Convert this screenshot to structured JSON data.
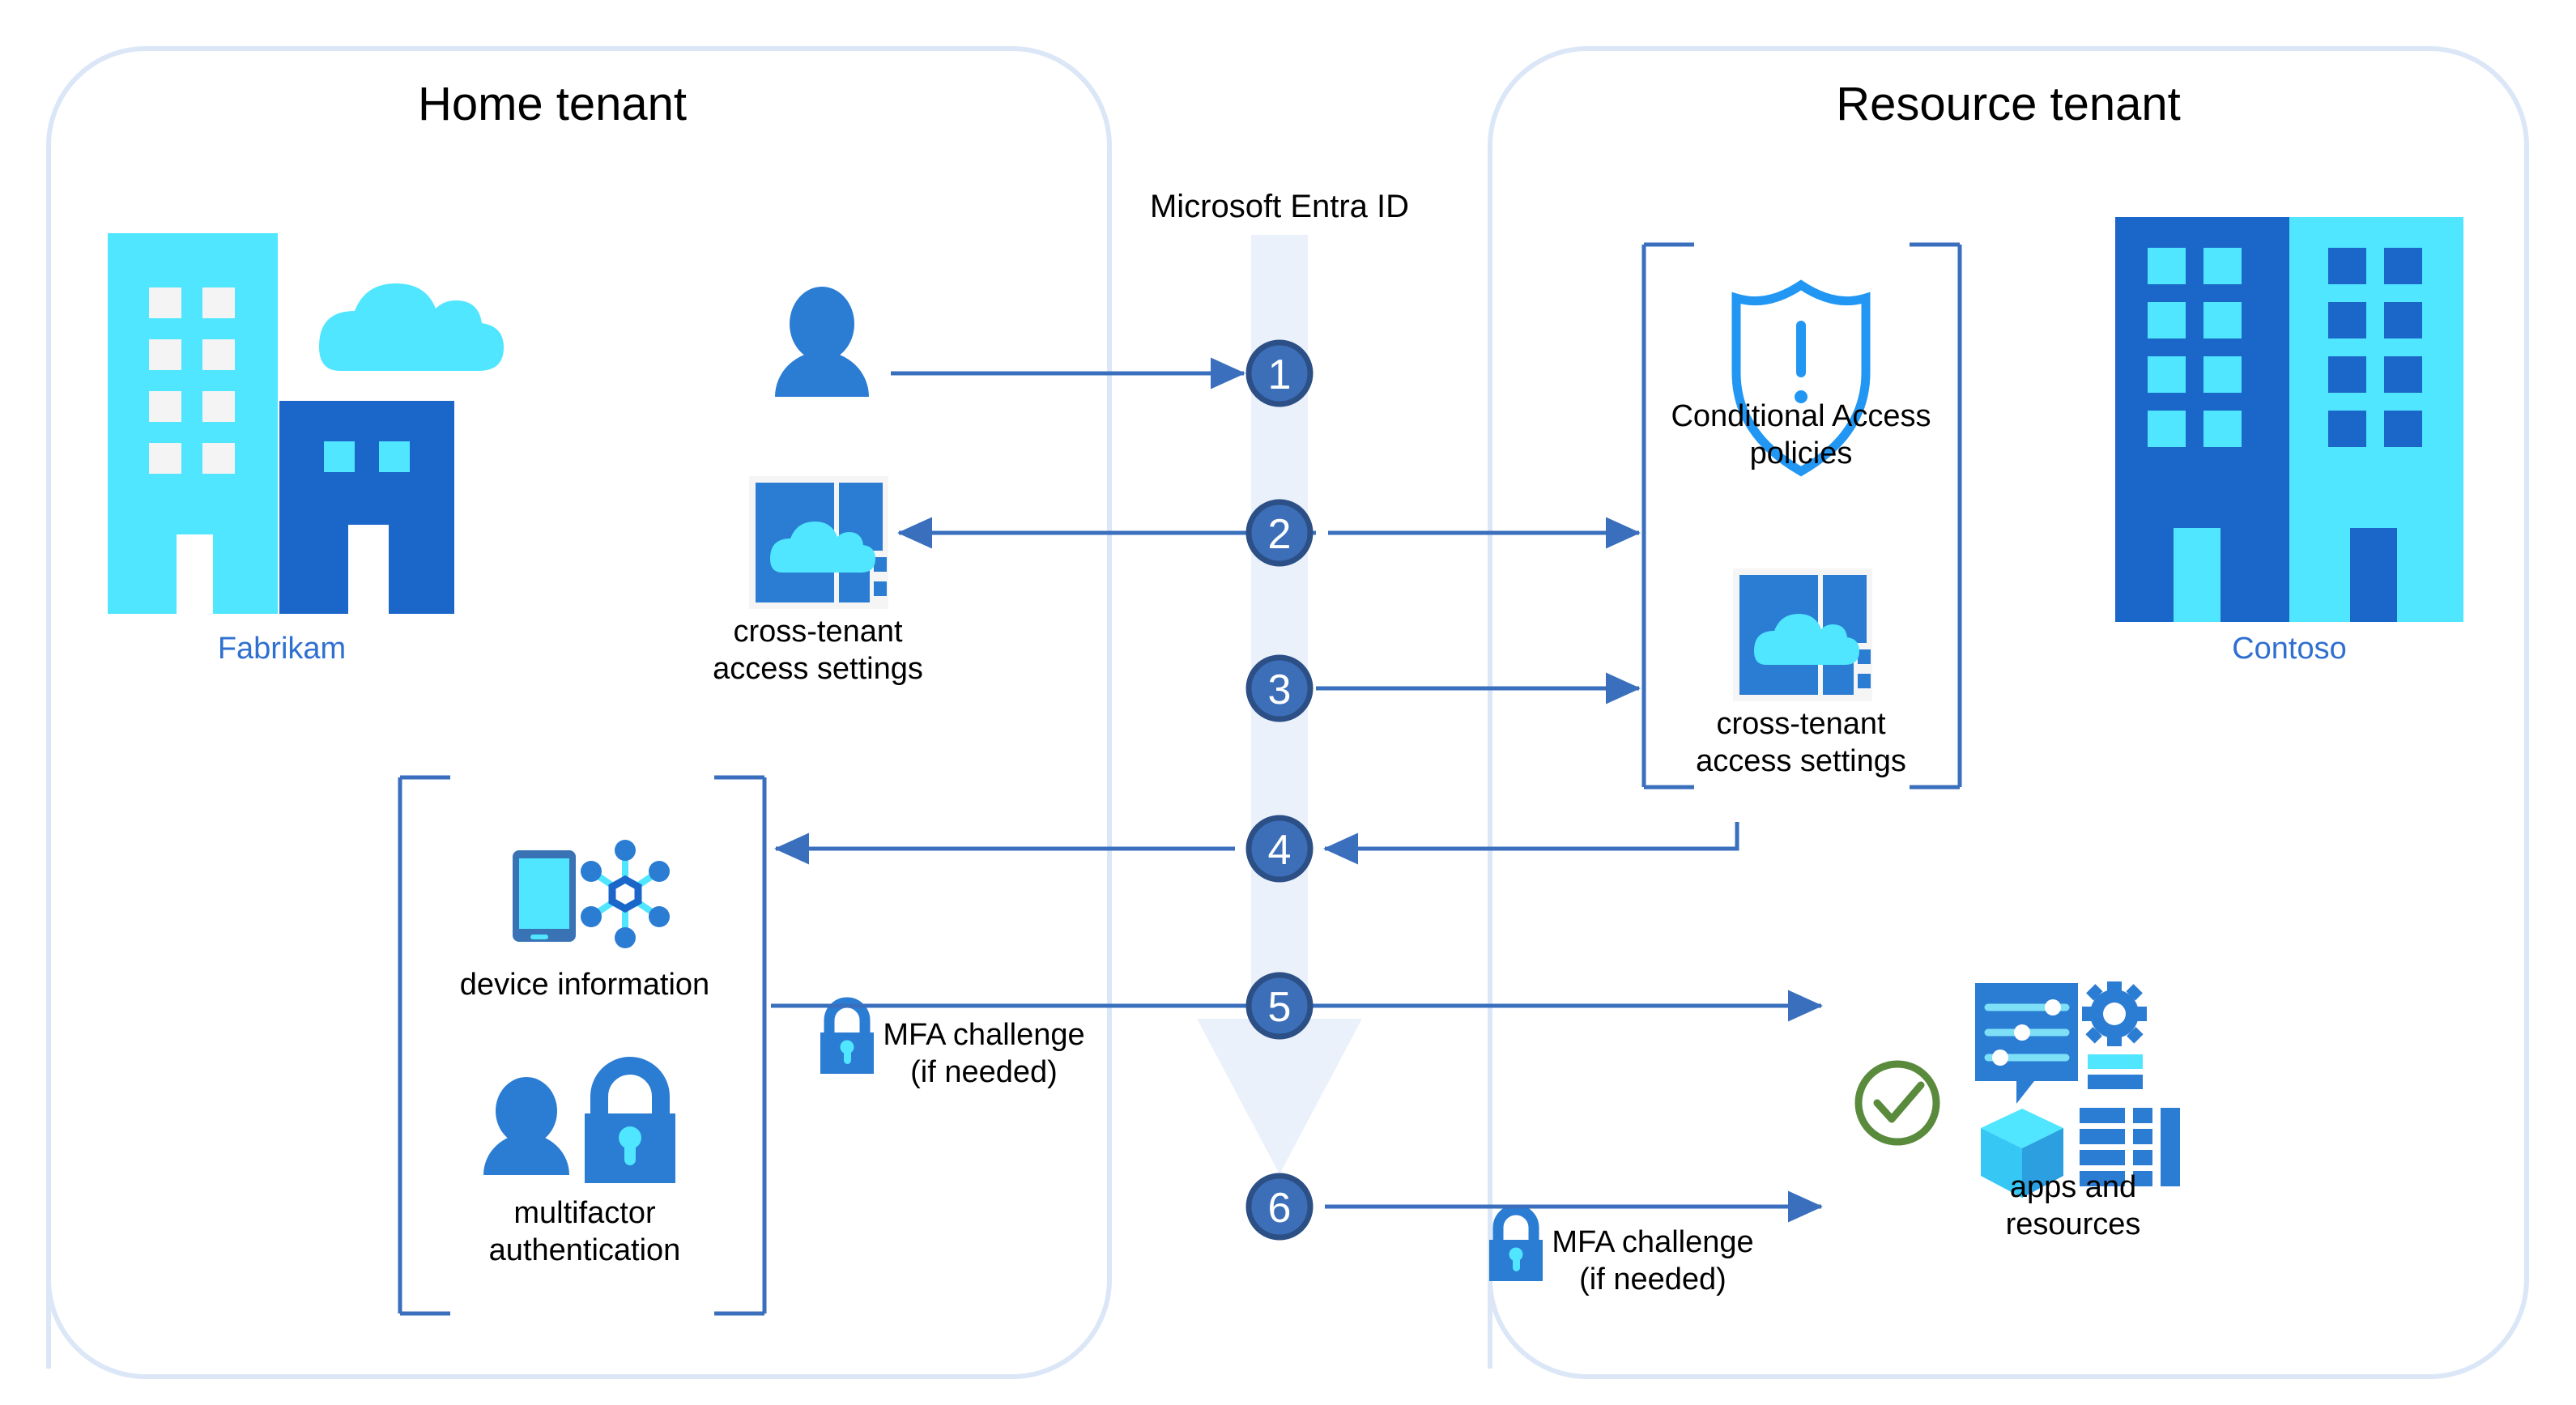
{
  "diagram": {
    "title_left": "Home tenant",
    "title_right": "Resource tenant",
    "center_label": "Microsoft Entra ID",
    "org_left": "Fabrikam",
    "org_right": "Contoso",
    "colors": {
      "azure_blue": "#2b7cd3",
      "dark_blue": "#1b66c9",
      "cyan": "#50e6ff",
      "step_fill": "#3c6fb8",
      "step_stroke": "#2c4f86",
      "arrow_blue": "#3a6fbd",
      "band": "#eaf1fb",
      "panel_border": "#dbe7f7",
      "bracket": "#3a6fbd",
      "green_check": "#5a8a3c",
      "label_black": "#000000",
      "org_label": "#2f6fd0"
    }
  },
  "left_tenant": {
    "building_icon": "office-buildings-icon",
    "org_label": "Fabrikam",
    "user_icon": "user-icon",
    "cross_tenant": {
      "icon": "cross-tenant-access-settings-icon",
      "line1": "cross-tenant",
      "line2": "access settings"
    },
    "bracket_group": {
      "device": {
        "icon": "device-information-icon",
        "label": "device information"
      },
      "mfa": {
        "icon": "multifactor-authentication-icon",
        "line1": "multifactor",
        "line2": "authentication"
      }
    },
    "mfa_challenge": {
      "icon": "padlock-icon",
      "line1": "MFA challenge",
      "line2": "(if needed)"
    }
  },
  "right_tenant": {
    "building_icon": "office-buildings-icon",
    "org_label": "Contoso",
    "bracket_group": {
      "conditional_access": {
        "icon": "shield-exclamation-icon",
        "line1": "Conditional Access",
        "line2": "policies"
      },
      "cross_tenant": {
        "icon": "cross-tenant-access-settings-icon",
        "line1": "cross-tenant",
        "line2": "access settings"
      }
    },
    "apps_resources": {
      "check_icon": "green-check-circle-icon",
      "icons": "apps-and-resources-icon",
      "line1": "apps and",
      "line2": "resources"
    },
    "mfa_challenge": {
      "icon": "padlock-icon",
      "line1": "MFA challenge",
      "line2": "(if needed)"
    }
  },
  "steps": [
    {
      "n": "1"
    },
    {
      "n": "2"
    },
    {
      "n": "3"
    },
    {
      "n": "4"
    },
    {
      "n": "5"
    },
    {
      "n": "6"
    }
  ]
}
